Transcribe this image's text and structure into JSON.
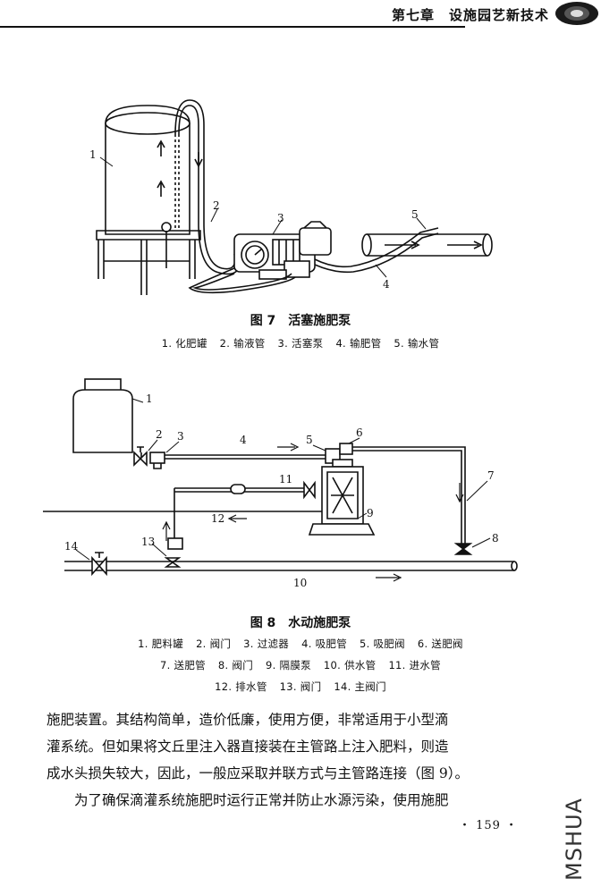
{
  "header": {
    "title": "第七章　设施园艺新技术"
  },
  "figure7": {
    "title": "图 7　活塞施肥泵",
    "callouts": [
      "1",
      "2",
      "3",
      "4",
      "5"
    ],
    "legend": [
      "1. 化肥罐",
      "2. 输液管",
      "3. 活塞泵",
      "4. 输肥管",
      "5. 输水管"
    ]
  },
  "figure8": {
    "title": "图 8　水动施肥泵",
    "callouts": [
      "1",
      "2",
      "3",
      "4",
      "5",
      "6",
      "7",
      "8",
      "9",
      "10",
      "11",
      "12",
      "13",
      "14"
    ],
    "legend_rows": [
      [
        "1. 肥料罐",
        "2. 阀门",
        "3. 过滤器",
        "4. 吸肥管",
        "5. 吸肥阀",
        "6. 送肥阀"
      ],
      [
        "7. 送肥管",
        "8. 阀门",
        "9. 隔膜泵",
        "10. 供水管",
        "11. 进水管"
      ],
      [
        "12. 排水管",
        "13. 阀门",
        "14. 主阀门"
      ]
    ]
  },
  "body": {
    "lines": [
      "施肥装置。其结构简单，造价低廉，使用方便，非常适用于小型滴",
      "灌系统。但如果将文丘里注入器直接装在主管路上注入肥料，则造",
      "成水头损失较大，因此，一般应采取并联方式与主管路连接（图 9）。",
      "　　为了确保滴灌系统施肥时运行正常并防止水源污染，使用施肥"
    ]
  },
  "page_number": "・ 159 ・",
  "watermark": "MSHUA"
}
